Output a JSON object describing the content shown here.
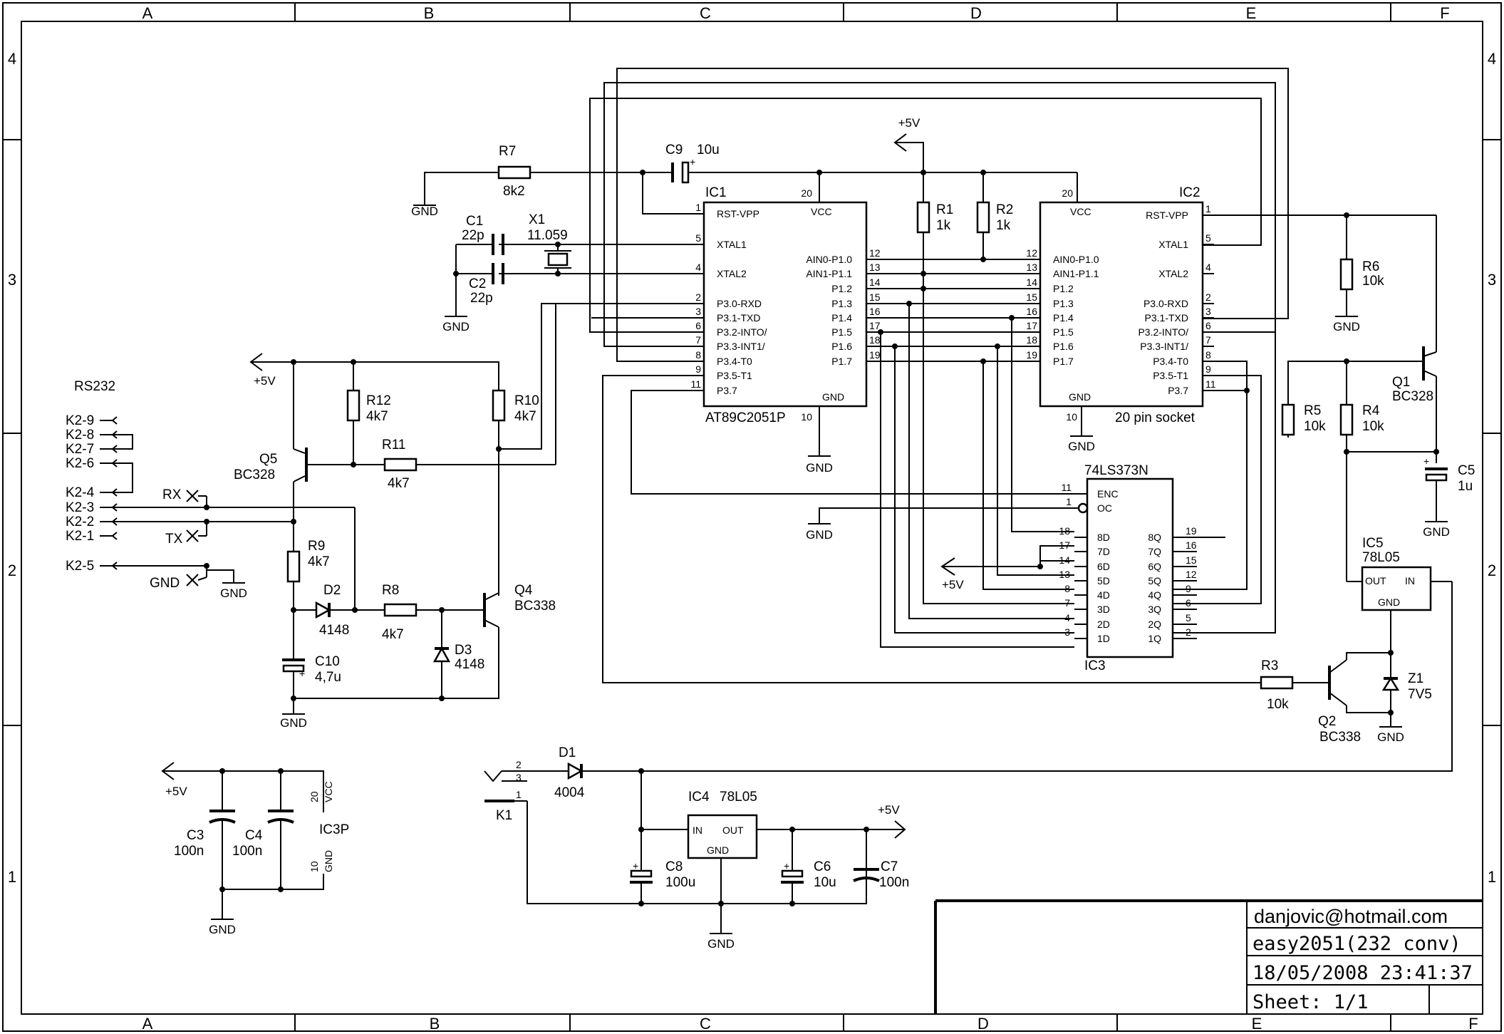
{
  "grid": {
    "cols": [
      "A",
      "B",
      "C",
      "D",
      "E",
      "F"
    ],
    "rows": [
      "4",
      "3",
      "2",
      "1"
    ]
  },
  "title_block": {
    "email": "danjovic@hotmail.com",
    "project": "easy2051(232 conv)",
    "datetime": "18/05/2008 23:41:37",
    "sheet": "Sheet: 1/1"
  },
  "labels": {
    "plus5v": "+5V",
    "gnd": "GND",
    "rs232": "RS232",
    "rx": "RX",
    "tx": "TX"
  },
  "connector_k2": [
    "K2-9",
    "K2-8",
    "K2-7",
    "K2-6",
    "K2-4",
    "K2-3",
    "K2-2",
    "K2-1",
    "K2-5"
  ],
  "components": {
    "R7": {
      "ref": "R7",
      "val": "8k2"
    },
    "C9": {
      "ref": "C9",
      "val": "10u"
    },
    "C1": {
      "ref": "C1",
      "val": "22p"
    },
    "C2": {
      "ref": "C2",
      "val": "22p"
    },
    "X1": {
      "ref": "X1",
      "val": "11.059"
    },
    "R1": {
      "ref": "R1",
      "val": "1k"
    },
    "R2": {
      "ref": "R2",
      "val": "1k"
    },
    "R6": {
      "ref": "R6",
      "val": "10k"
    },
    "R5": {
      "ref": "R5",
      "val": "10k"
    },
    "R4": {
      "ref": "R4",
      "val": "10k"
    },
    "Q1": {
      "ref": "Q1",
      "val": "BC328"
    },
    "C5": {
      "ref": "C5",
      "val": "1u"
    },
    "R12": {
      "ref": "R12",
      "val": "4k7"
    },
    "R10": {
      "ref": "R10",
      "val": "4k7"
    },
    "R11": {
      "ref": "R11",
      "val": "4k7"
    },
    "Q5": {
      "ref": "Q5",
      "val": "BC328"
    },
    "R9": {
      "ref": "R9",
      "val": "4k7"
    },
    "D2": {
      "ref": "D2",
      "val": "4148"
    },
    "R8": {
      "ref": "R8",
      "val": "4k7"
    },
    "D3": {
      "ref": "D3",
      "val": "4148"
    },
    "Q4": {
      "ref": "Q4",
      "val": "BC338"
    },
    "C10": {
      "ref": "C10",
      "val": "4,7u"
    },
    "C3": {
      "ref": "C3",
      "val": "100n"
    },
    "C4": {
      "ref": "C4",
      "val": "100n"
    },
    "IC3P": {
      "ref": "IC3P"
    },
    "D1": {
      "ref": "D1",
      "val": "4004"
    },
    "K1": {
      "ref": "K1"
    },
    "IC4": {
      "ref": "IC4",
      "val": "78L05"
    },
    "C8": {
      "ref": "C8",
      "val": "100u"
    },
    "C6": {
      "ref": "C6",
      "val": "10u"
    },
    "C7": {
      "ref": "C7",
      "val": "100n"
    },
    "IC5": {
      "ref": "IC5",
      "val": "78L05"
    },
    "R3": {
      "ref": "R3",
      "val": "10k"
    },
    "Q2": {
      "ref": "Q2",
      "val": "BC338"
    },
    "Z1": {
      "ref": "Z1",
      "val": "7V5"
    }
  },
  "ic1": {
    "ref": "IC1",
    "name": "AT89C2051P",
    "vcc": "VCC",
    "gnd": "GND",
    "vcc_pin": "20",
    "gnd_pin": "10",
    "left": [
      {
        "pin": "1",
        "name": "RST-VPP"
      },
      {
        "pin": "5",
        "name": "XTAL1"
      },
      {
        "pin": "4",
        "name": "XTAL2"
      },
      {
        "pin": "2",
        "name": "P3.0-RXD"
      },
      {
        "pin": "3",
        "name": "P3.1-TXD"
      },
      {
        "pin": "6",
        "name": "P3.2-INTO/"
      },
      {
        "pin": "7",
        "name": "P3.3-INT1/"
      },
      {
        "pin": "8",
        "name": "P3.4-T0"
      },
      {
        "pin": "9",
        "name": "P3.5-T1"
      },
      {
        "pin": "11",
        "name": "P3.7"
      }
    ],
    "right": [
      {
        "pin": "12",
        "name": "AIN0-P1.0"
      },
      {
        "pin": "13",
        "name": "AIN1-P1.1"
      },
      {
        "pin": "14",
        "name": "P1.2"
      },
      {
        "pin": "15",
        "name": "P1.3"
      },
      {
        "pin": "16",
        "name": "P1.4"
      },
      {
        "pin": "17",
        "name": "P1.5"
      },
      {
        "pin": "18",
        "name": "P1.6"
      },
      {
        "pin": "19",
        "name": "P1.7"
      }
    ]
  },
  "ic2": {
    "ref": "IC2",
    "name": "20 pin socket",
    "vcc": "VCC",
    "gnd": "GND",
    "vcc_pin": "20",
    "gnd_pin": "10",
    "left": [
      {
        "pin": "12",
        "name": "AIN0-P1.0"
      },
      {
        "pin": "13",
        "name": "AIN1-P1.1"
      },
      {
        "pin": "14",
        "name": "P1.2"
      },
      {
        "pin": "15",
        "name": "P1.3"
      },
      {
        "pin": "16",
        "name": "P1.4"
      },
      {
        "pin": "17",
        "name": "P1.5"
      },
      {
        "pin": "18",
        "name": "P1.6"
      },
      {
        "pin": "19",
        "name": "P1.7"
      }
    ],
    "right": [
      {
        "pin": "1",
        "name": "RST-VPP"
      },
      {
        "pin": "5",
        "name": "XTAL1"
      },
      {
        "pin": "4",
        "name": "XTAL2"
      },
      {
        "pin": "2",
        "name": "P3.0-RXD"
      },
      {
        "pin": "3",
        "name": "P3.1-TXD"
      },
      {
        "pin": "6",
        "name": "P3.2-INTO/"
      },
      {
        "pin": "7",
        "name": "P3.3-INT1/"
      },
      {
        "pin": "8",
        "name": "P3.4-T0"
      },
      {
        "pin": "9",
        "name": "P3.5-T1"
      },
      {
        "pin": "11",
        "name": "P3.7"
      }
    ]
  },
  "ic3": {
    "ref": "IC3",
    "name": "74LS373N",
    "ctrl": [
      {
        "pin": "11",
        "name": "ENC"
      },
      {
        "pin": "1",
        "name": "OC"
      }
    ],
    "left": [
      {
        "pin": "18",
        "name": "8D"
      },
      {
        "pin": "17",
        "name": "7D"
      },
      {
        "pin": "14",
        "name": "6D"
      },
      {
        "pin": "13",
        "name": "5D"
      },
      {
        "pin": "8",
        "name": "4D"
      },
      {
        "pin": "7",
        "name": "3D"
      },
      {
        "pin": "4",
        "name": "2D"
      },
      {
        "pin": "3",
        "name": "1D"
      }
    ],
    "right": [
      {
        "pin": "19",
        "name": "8Q"
      },
      {
        "pin": "16",
        "name": "7Q"
      },
      {
        "pin": "15",
        "name": "6Q"
      },
      {
        "pin": "12",
        "name": "5Q"
      },
      {
        "pin": "9",
        "name": "4Q"
      },
      {
        "pin": "6",
        "name": "3Q"
      },
      {
        "pin": "5",
        "name": "2Q"
      },
      {
        "pin": "2",
        "name": "1Q"
      }
    ]
  },
  "ic4": {
    "in": "IN",
    "out": "OUT",
    "gnd": "GND"
  },
  "ic5": {
    "in": "IN",
    "out": "OUT",
    "gnd": "GND"
  },
  "ic3p": {
    "vcc_pin": "20",
    "vcc": "VCC",
    "gnd_pin": "10",
    "gnd": "GND"
  },
  "k1_pins": [
    "2",
    "3",
    "1"
  ]
}
